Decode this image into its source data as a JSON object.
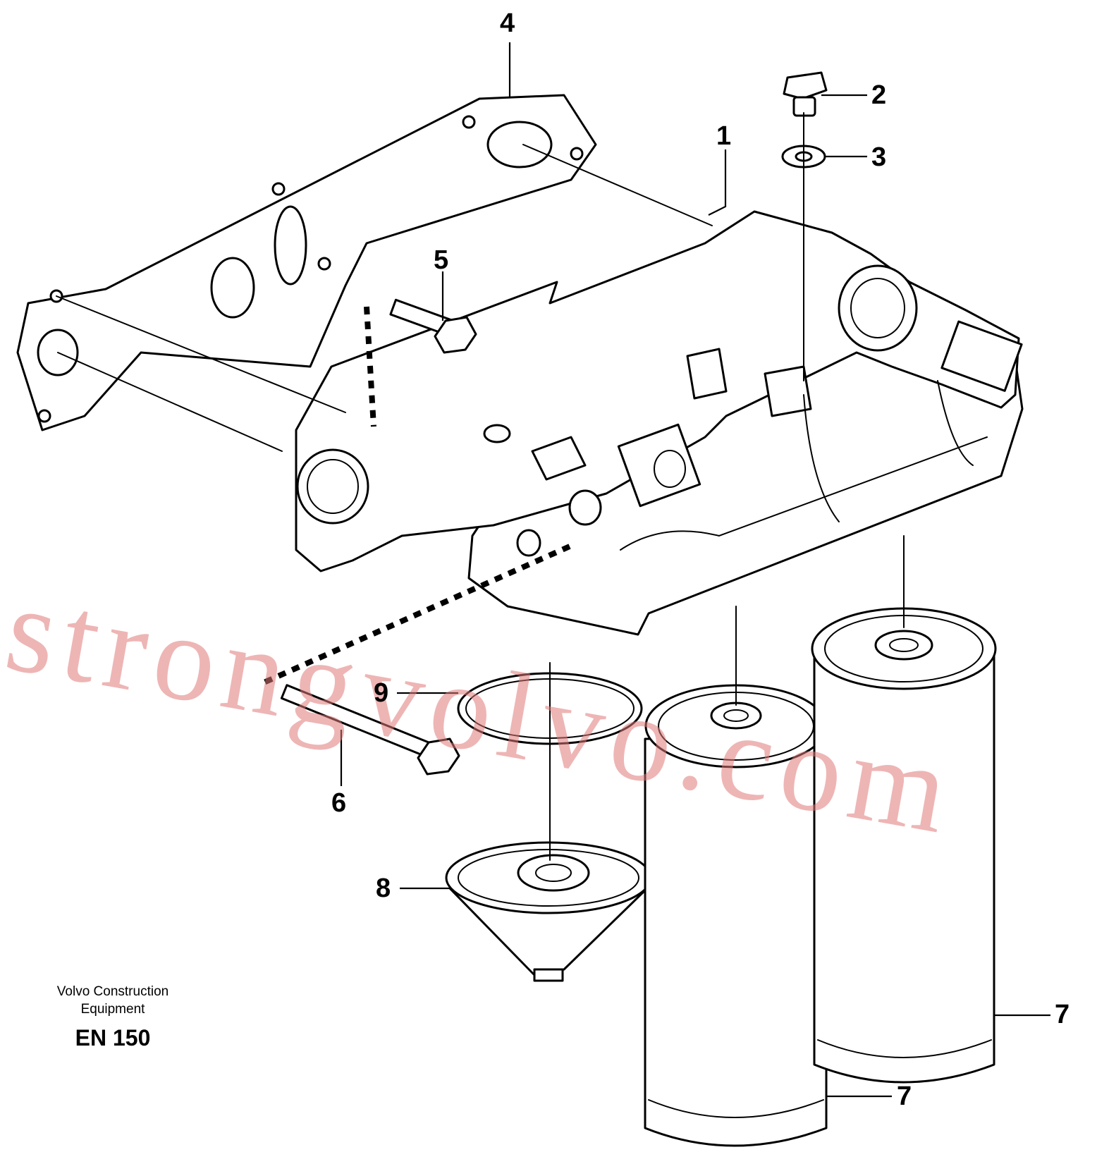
{
  "diagram": {
    "callouts": [
      "1",
      "2",
      "3",
      "4",
      "5",
      "6",
      "7",
      "7",
      "8",
      "9"
    ],
    "caption_line1": "Volvo Construction",
    "caption_line2": "Equipment",
    "caption_code": "EN 150",
    "watermark": "strongvolvo.com"
  }
}
